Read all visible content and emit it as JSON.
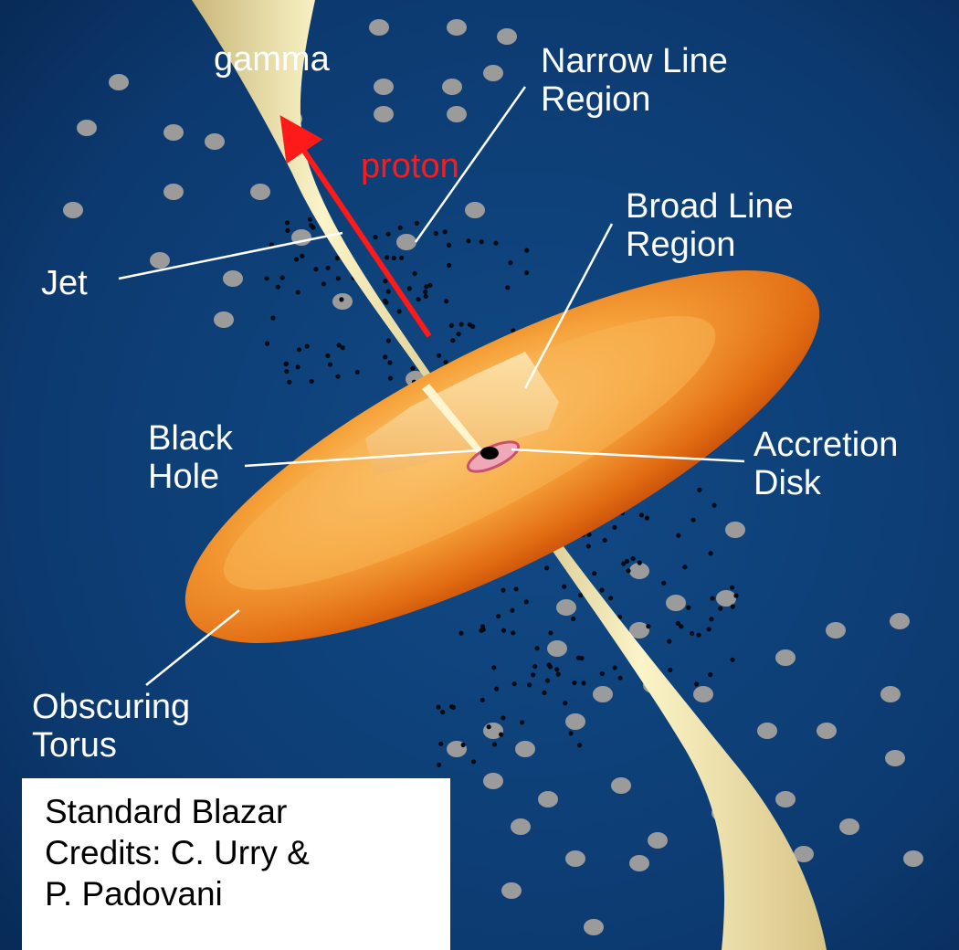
{
  "labels": {
    "gamma": "gamma",
    "proton": "proton",
    "narrow_line_region": "Narrow Line\nRegion",
    "broad_line_region": "Broad Line\nRegion",
    "jet": "Jet",
    "black_hole": "Black\nHole",
    "accretion_disk": "Accretion\nDisk",
    "obscuring_torus": "Obscuring\nTorus"
  },
  "caption": {
    "line1": "Standard Blazar",
    "line2": "Credits: C. Urry &",
    "line3": "P. Padovani"
  },
  "colors": {
    "background": "#0b3a6e",
    "jet": "#f3eab0",
    "torus": "#f0912a",
    "cloud": "#9a9a9a",
    "proton_arrow": "#ff1a1a",
    "leader_line": "#ffffff"
  }
}
